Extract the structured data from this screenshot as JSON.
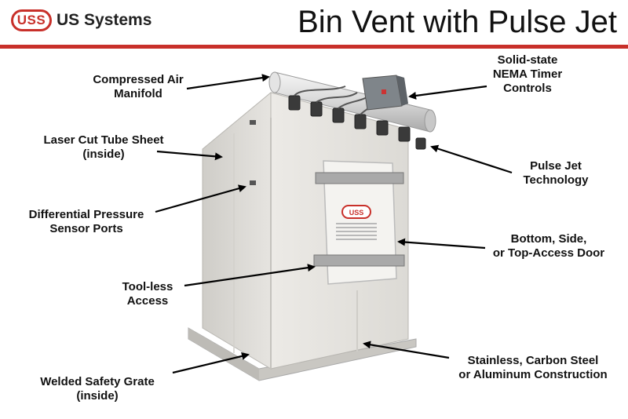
{
  "header": {
    "logo_badge": "USS",
    "logo_text": "US Systems",
    "title": "Bin Vent with Pulse Jet",
    "accent_color": "#c8302a"
  },
  "door_badge": "USS",
  "callouts": {
    "compressed_air": "Compressed Air\nManifold",
    "timer": "Solid-state\nNEMA Timer\nControls",
    "tube_sheet": "Laser Cut Tube Sheet\n(inside)",
    "pulse_jet": "Pulse Jet\nTechnology",
    "pressure_ports": "Differential Pressure\nSensor Ports",
    "access_door": "Bottom, Side,\nor Top-Access Door",
    "toolless": "Tool-less\nAccess",
    "construction": "Stainless, Carbon Steel\nor Aluminum Construction",
    "grate": "Welded Safety Grate\n(inside)"
  },
  "icons": [
    "arrow-icon",
    "timer-box-icon",
    "valve-icon"
  ]
}
